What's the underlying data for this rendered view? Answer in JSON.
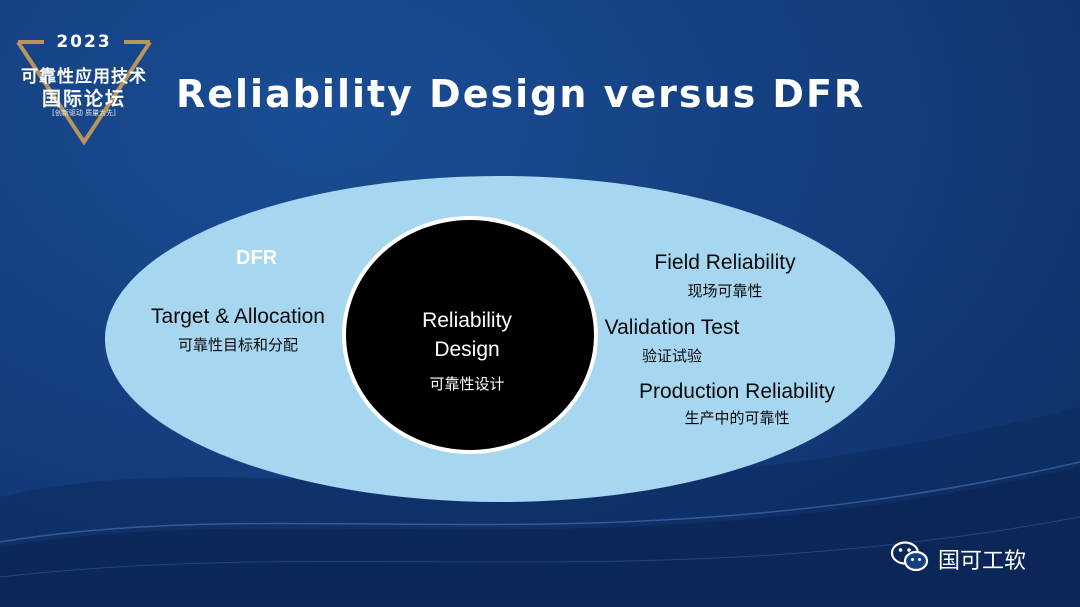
{
  "logo": {
    "year": "2023",
    "line1": "可靠性应用技术",
    "line2": "国际论坛",
    "tagline": "[创新驱动 质量为先]"
  },
  "title": "Reliability Design versus DFR",
  "diagram": {
    "outer_label": "DFR",
    "center": {
      "en_line1": "Reliability",
      "en_line2": "Design",
      "cn": "可靠性设计"
    },
    "target": {
      "en": "Target & Allocation",
      "cn": "可靠性目标和分配"
    },
    "field": {
      "en": "Field Reliability",
      "cn": "现场可靠性"
    },
    "validation": {
      "en": "Validation Test",
      "cn": "验证试验"
    },
    "production": {
      "en": "Production Reliability",
      "cn": "生产中的可靠性"
    }
  },
  "watermark": {
    "icon": "wechat-icon",
    "text": "国可工软"
  },
  "colors": {
    "background": "#143f80",
    "ellipse": "#a6d6f0",
    "circle": "#000000",
    "logo_gold": "#b8955a"
  }
}
